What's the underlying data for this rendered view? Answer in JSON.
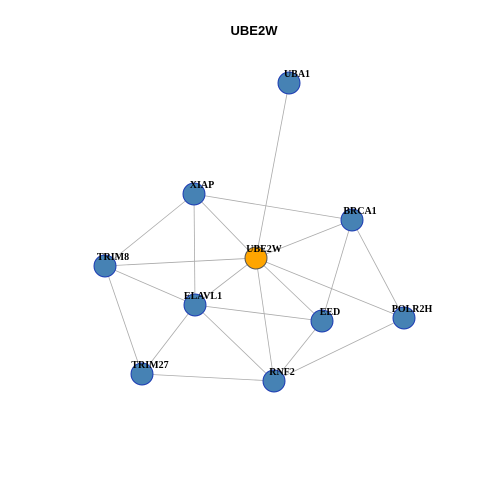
{
  "graph": {
    "title": "UBE2W",
    "colors": {
      "focus_fill": "#FFA500",
      "focus_stroke": "#555555",
      "node_fill": "#4682B4",
      "node_stroke": "#1E3CB4",
      "edge": "#AAAAAA"
    },
    "nodes": [
      {
        "id": "UBA1",
        "label": "UBA1",
        "focus": false
      },
      {
        "id": "XIAP",
        "label": "XIAP",
        "focus": false
      },
      {
        "id": "BRCA1",
        "label": "BRCA1",
        "focus": false
      },
      {
        "id": "UBE2W",
        "label": "UBE2W",
        "focus": true
      },
      {
        "id": "TRIM8",
        "label": "TRIM8",
        "focus": false
      },
      {
        "id": "ELAVL1",
        "label": "ELAVL1",
        "focus": false
      },
      {
        "id": "EED",
        "label": "EED",
        "focus": false
      },
      {
        "id": "POLR2H",
        "label": "POLR2H",
        "focus": false
      },
      {
        "id": "TRIM27",
        "label": "TRIM27",
        "focus": false
      },
      {
        "id": "RNF2",
        "label": "RNF2",
        "focus": false
      }
    ],
    "edges": [
      [
        "UBA1",
        "UBE2W"
      ],
      [
        "XIAP",
        "BRCA1"
      ],
      [
        "XIAP",
        "TRIM8"
      ],
      [
        "XIAP",
        "ELAVL1"
      ],
      [
        "XIAP",
        "UBE2W"
      ],
      [
        "BRCA1",
        "UBE2W"
      ],
      [
        "BRCA1",
        "EED"
      ],
      [
        "BRCA1",
        "POLR2H"
      ],
      [
        "TRIM8",
        "UBE2W"
      ],
      [
        "TRIM8",
        "ELAVL1"
      ],
      [
        "TRIM8",
        "TRIM27"
      ],
      [
        "UBE2W",
        "ELAVL1"
      ],
      [
        "UBE2W",
        "EED"
      ],
      [
        "UBE2W",
        "POLR2H"
      ],
      [
        "UBE2W",
        "RNF2"
      ],
      [
        "ELAVL1",
        "EED"
      ],
      [
        "ELAVL1",
        "TRIM27"
      ],
      [
        "ELAVL1",
        "RNF2"
      ],
      [
        "EED",
        "RNF2"
      ],
      [
        "POLR2H",
        "RNF2"
      ],
      [
        "TRIM27",
        "RNF2"
      ]
    ]
  }
}
